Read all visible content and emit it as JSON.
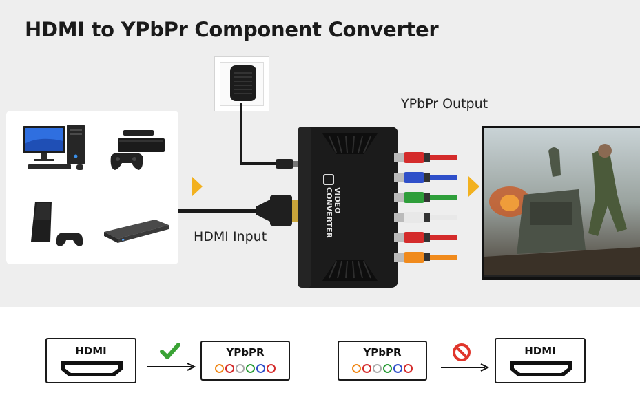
{
  "title": "HDMI to YPbPr Component Converter",
  "labels": {
    "output": "YPbPr Output",
    "input": "HDMI Input"
  },
  "converter": {
    "brand_line1": "VIDEO",
    "brand_line2": "CONVERTER"
  },
  "bottom": {
    "left_from": "HDMI",
    "left_to": "YPbPR",
    "right_from": "YPbPR",
    "right_to": "HDMI"
  },
  "colors": {
    "check": "#3aa335",
    "prohibited": "#e0352b",
    "arrow": "#f2b11f",
    "rca_red": "#d42b2b",
    "rca_blue": "#2f4fc9",
    "rca_green": "#2e9e3a",
    "rca_white": "#e8e8e8",
    "rca_orange": "#f08a1c"
  },
  "icons": {
    "check": "check-icon",
    "prohibited": "prohibited-icon",
    "hdmi_port": "hdmi-port-icon"
  }
}
